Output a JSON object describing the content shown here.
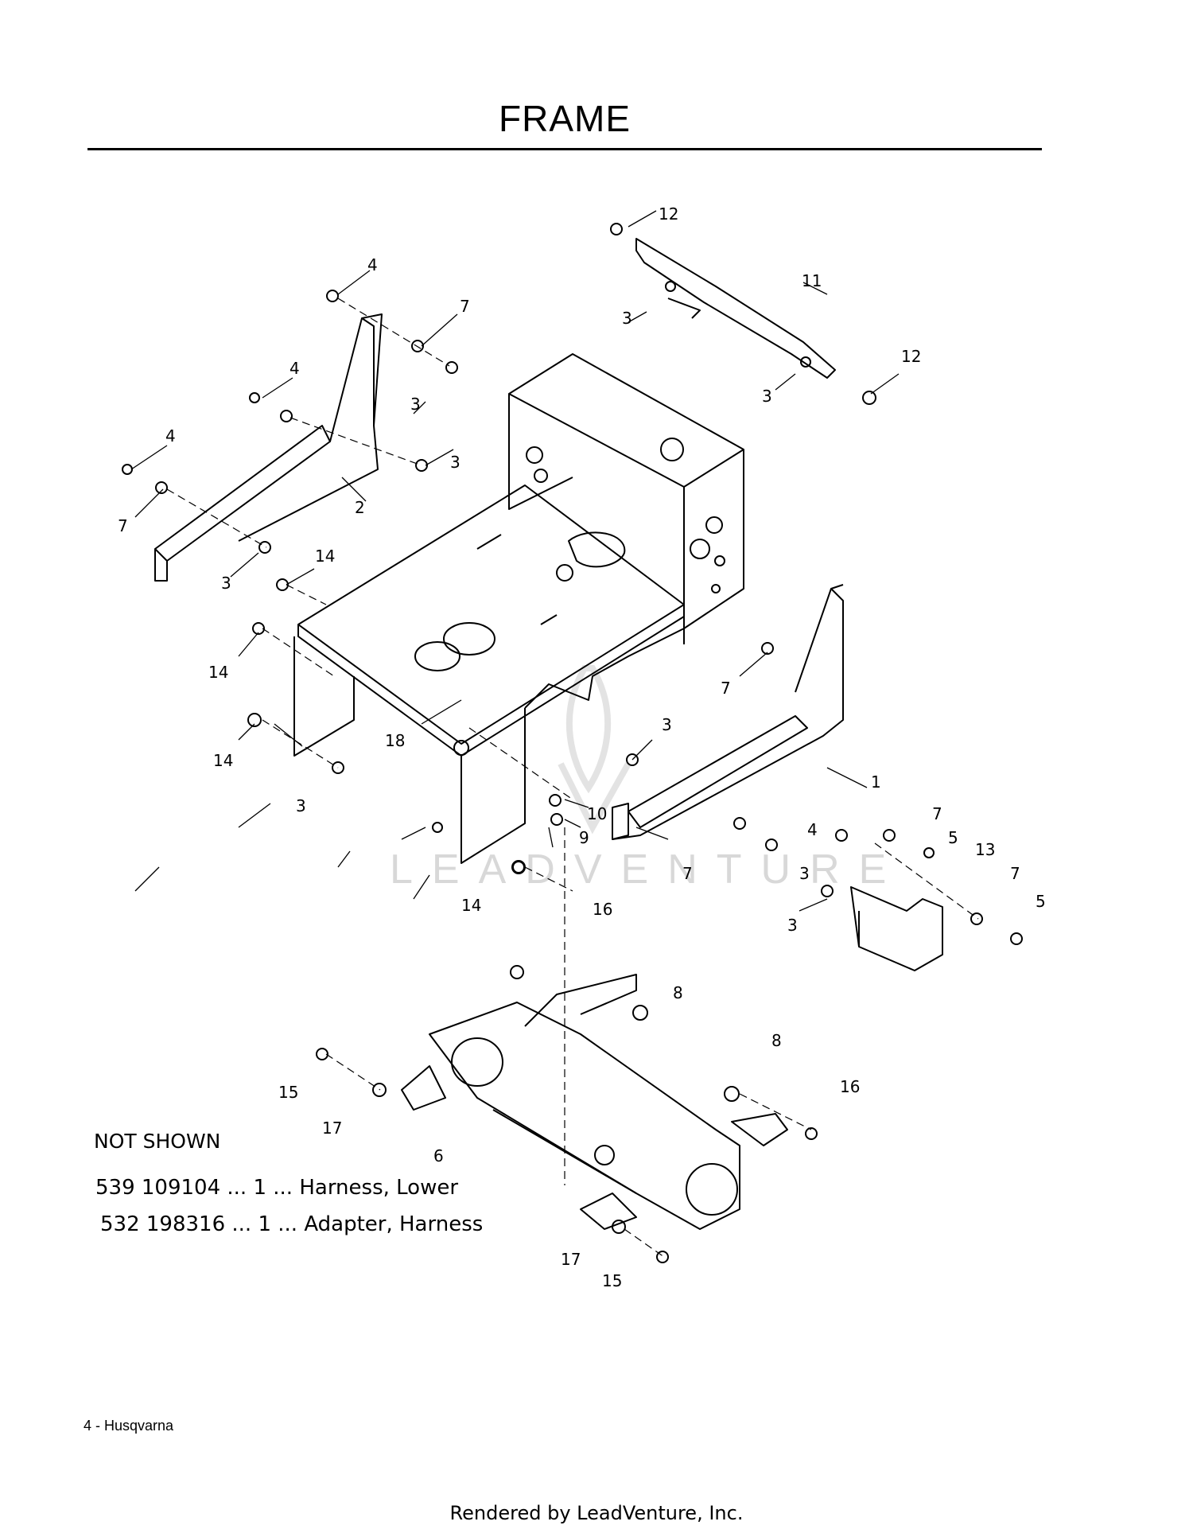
{
  "page": {
    "title": "FRAME",
    "page_footer": "4 - Husqvarna",
    "render_credit": "Rendered by LeadVenture, Inc.",
    "watermark": "LEADVENTURE"
  },
  "not_shown": {
    "heading": "NOT SHOWN",
    "items": [
      "539 109104 ... 1 ... Harness, Lower",
      "532 198316 ... 1 ... Adapter, Harness"
    ]
  },
  "callouts": [
    "12",
    "4",
    "7",
    "11",
    "3",
    "12",
    "3",
    "4",
    "3",
    "4",
    "3",
    "7",
    "2",
    "3",
    "14",
    "14",
    "7",
    "1",
    "18",
    "3",
    "14",
    "10",
    "3",
    "9",
    "7",
    "5",
    "4",
    "7",
    "13",
    "3",
    "7",
    "5",
    "3",
    "14",
    "16",
    "8",
    "8",
    "16",
    "15",
    "17",
    "6",
    "17",
    "15"
  ]
}
